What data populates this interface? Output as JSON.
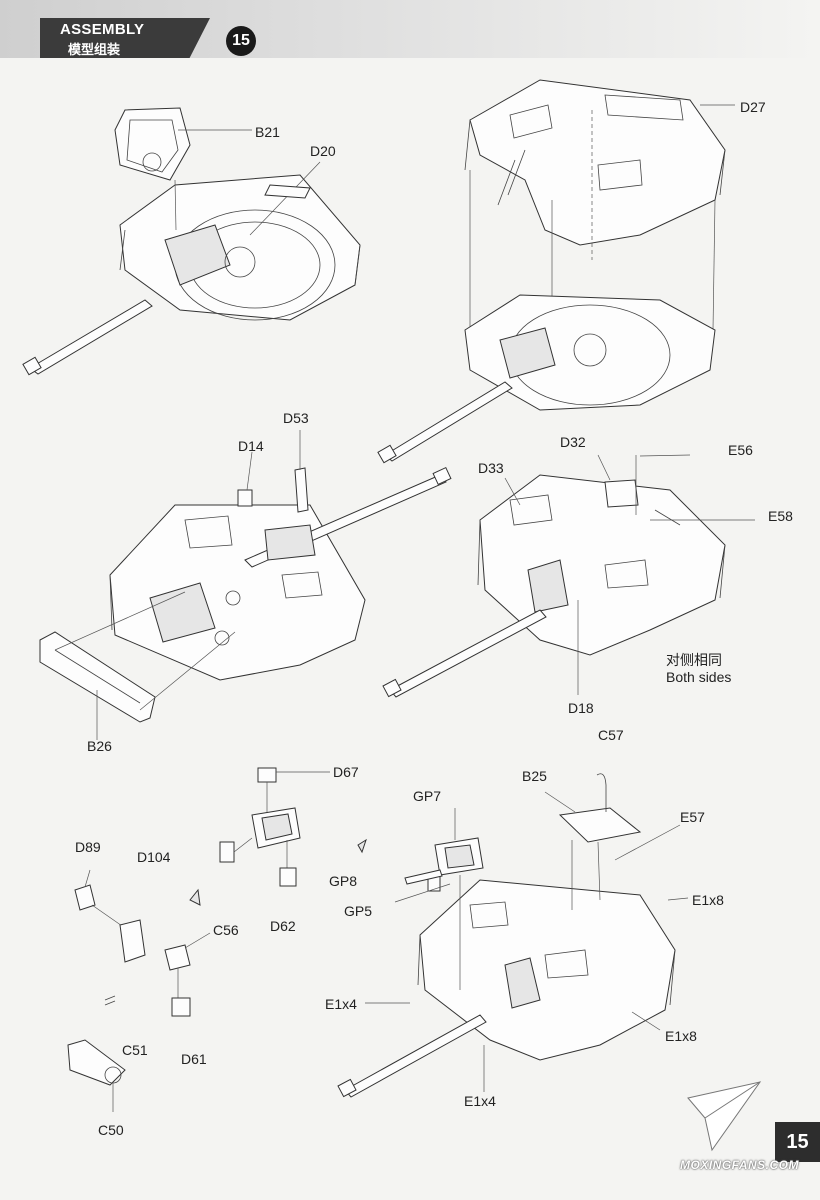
{
  "header": {
    "section_en": "ASSEMBLY",
    "section_cn": "模型组装",
    "step": "15"
  },
  "labels": {
    "b21": "B21",
    "d20": "D20",
    "d27": "D27",
    "d53": "D53",
    "d14": "D14",
    "b26": "B26",
    "d32": "D32",
    "d33": "D33",
    "e56": "E56",
    "e58": "E58",
    "d18": "D18",
    "both_cn": "对侧相同",
    "both_en": "Both sides",
    "d67": "D67",
    "d104": "D104",
    "d62": "D62",
    "d89": "D89",
    "c56": "C56",
    "d61": "D61",
    "c51": "C51",
    "c50": "C50",
    "gp7": "GP7",
    "gp8": "GP8",
    "gp5": "GP5",
    "c57": "C57",
    "b25": "B25",
    "e57": "E57",
    "e1x8_a": "E1x8",
    "e1x4_a": "E1x4",
    "e1x8_b": "E1x8",
    "e1x4_b": "E1x4"
  },
  "page_number": "15",
  "watermark": "MOXINGFANS.COM"
}
